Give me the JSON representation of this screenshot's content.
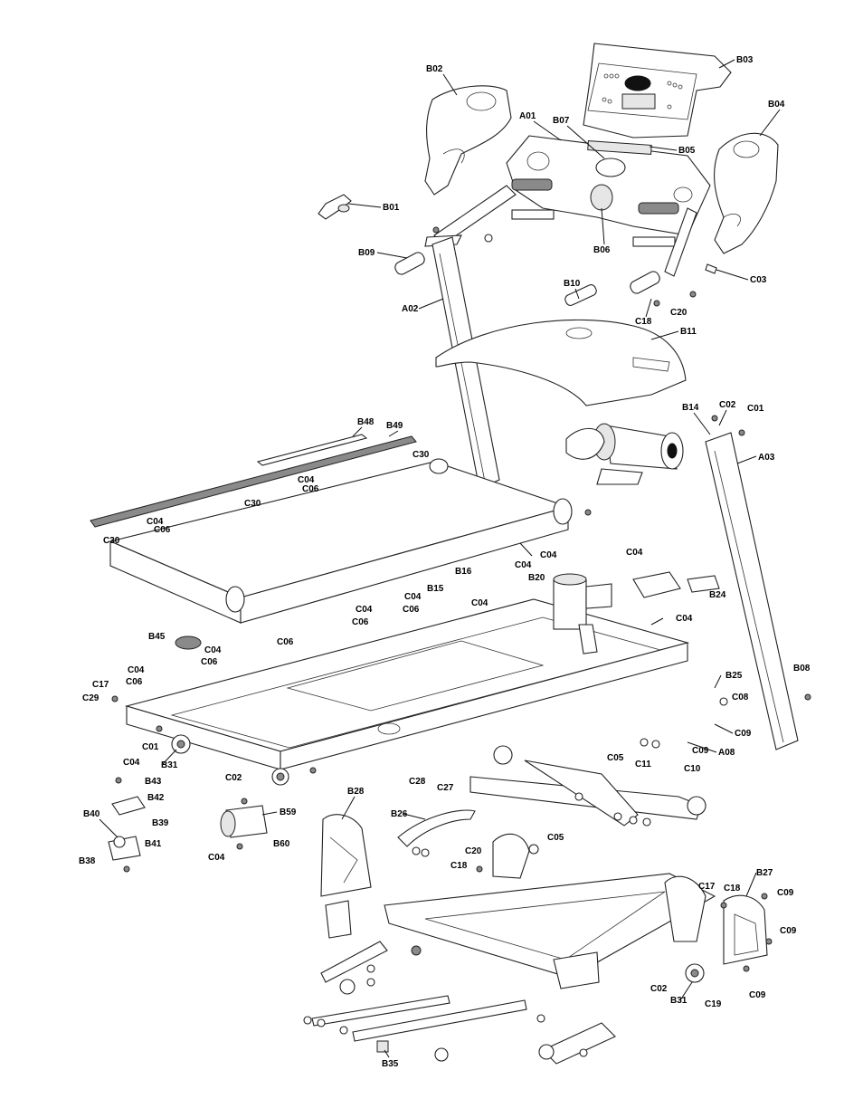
{
  "diagram": {
    "labels": [
      "B03",
      "B02",
      "A01",
      "B07",
      "B04",
      "B05",
      "B01",
      "B06",
      "B09",
      "C03",
      "B10",
      "C18",
      "C20",
      "A02",
      "B11",
      "B48",
      "B49",
      "B14",
      "C02",
      "C01",
      "A03",
      "C30",
      "C04",
      "C06",
      "C30",
      "C04",
      "C06",
      "C30",
      "C04",
      "B16",
      "C04",
      "B20",
      "B15",
      "C04",
      "C04",
      "C06",
      "C06",
      "C04",
      "B24",
      "C04",
      "C04",
      "C06",
      "B45",
      "C04",
      "C06",
      "C04",
      "C06",
      "C17",
      "C29",
      "B08",
      "B25",
      "C08",
      "C09",
      "C05",
      "C11",
      "C09",
      "A08",
      "C10",
      "C01",
      "B31",
      "C02",
      "C04",
      "B43",
      "B42",
      "B40",
      "B39",
      "B38",
      "B41",
      "B59",
      "C04",
      "B60",
      "B28",
      "C28",
      "C27",
      "B26",
      "C05",
      "C20",
      "C18",
      "B27",
      "C17",
      "C18",
      "C09",
      "C09",
      "C02",
      "B31",
      "C19",
      "C09",
      "B35"
    ]
  }
}
